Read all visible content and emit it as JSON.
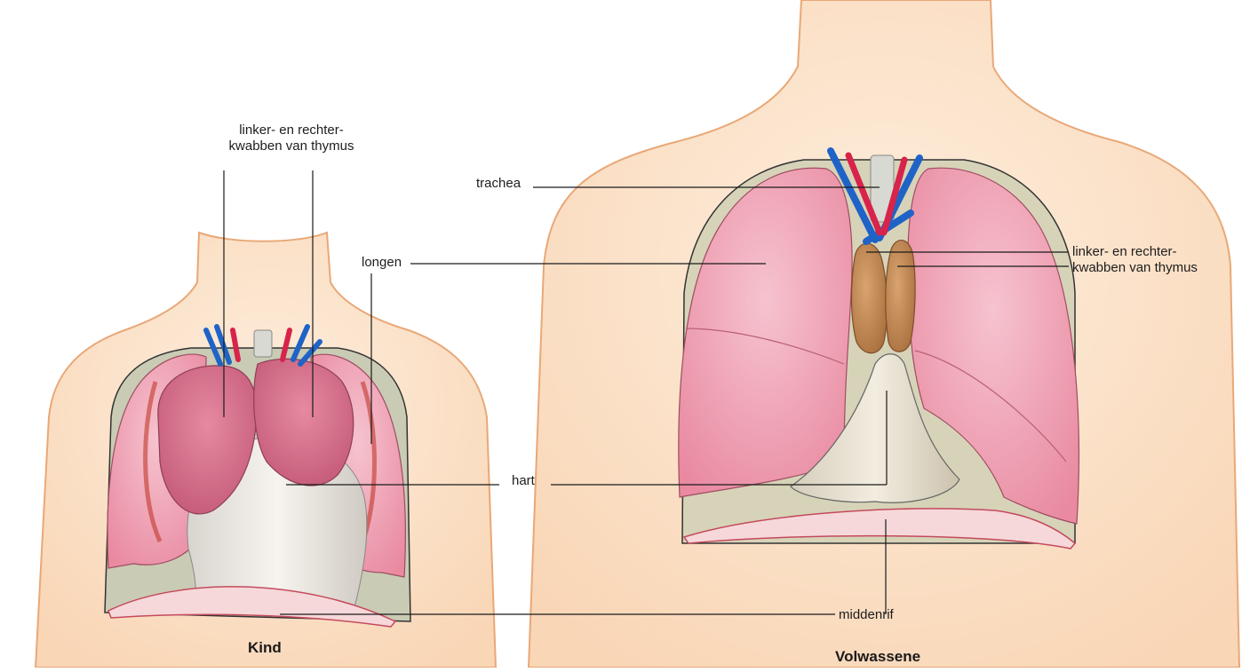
{
  "figures": [
    {
      "id": "child",
      "caption": "Kind"
    },
    {
      "id": "adult",
      "caption": "Volwassene"
    }
  ],
  "labels": {
    "thymus_child_line1": "linker- en rechter-",
    "thymus_child_line2": "kwabben van thymus",
    "longen": "longen",
    "trachea": "trachea",
    "thymus_adult_line1": "linker- en rechter-",
    "thymus_adult_line2": "kwabben van thymus",
    "hart": "hart",
    "middenrif": "middenrif"
  },
  "colors": {
    "skin": "#fbe3cc",
    "skin_outline": "#e9a877",
    "lung": "#ee9db0",
    "thymus_child": "#cf6b86",
    "thymus_adult": "#c28a55",
    "heart_child": "#efebe6",
    "heart_adult": "#ece4d3",
    "artery": "#d8234a",
    "vein": "#1f63c7",
    "trachea": "#d9d9d3",
    "diaphragm": "#f6d8da",
    "leader_line": "#1a1a1a"
  }
}
